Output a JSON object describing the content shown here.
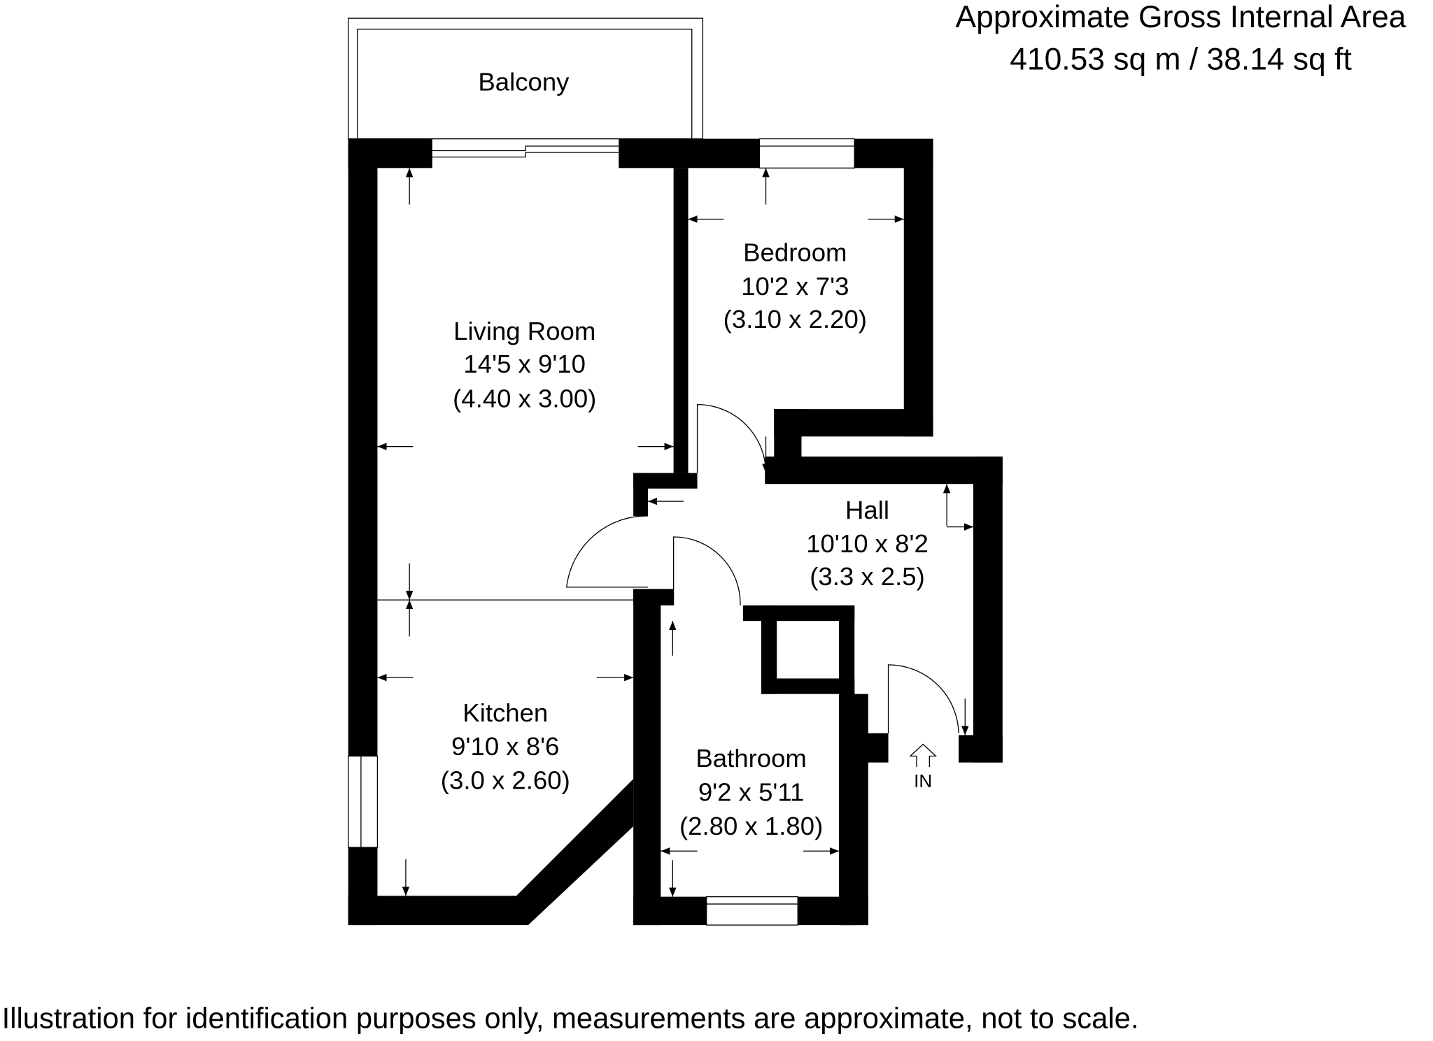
{
  "header": {
    "line1": "Approximate Gross Internal Area",
    "line2": "410.53 sq m / 38.14 sq ft"
  },
  "rooms": {
    "balcony": {
      "name": "Balcony"
    },
    "living": {
      "name": "Living Room",
      "imperial": "14'5 x 9'10",
      "metric": "(4.40 x 3.00)"
    },
    "bedroom": {
      "name": "Bedroom",
      "imperial": "10'2 x 7'3",
      "metric": "(3.10 x 2.20)"
    },
    "hall": {
      "name": "Hall",
      "imperial": "10'10 x 8'2",
      "metric": "(3.3 x 2.5)"
    },
    "kitchen": {
      "name": "Kitchen",
      "imperial": "9'10 x 8'6",
      "metric": "(3.0 x 2.60)"
    },
    "bathroom": {
      "name": "Bathroom",
      "imperial": "9'2 x 5'11",
      "metric": "(2.80 x 1.80)"
    }
  },
  "entrance": {
    "label": "IN"
  },
  "footer": {
    "disclaimer": "Illustration for identification purposes only, measurements are approximate, not to scale."
  }
}
